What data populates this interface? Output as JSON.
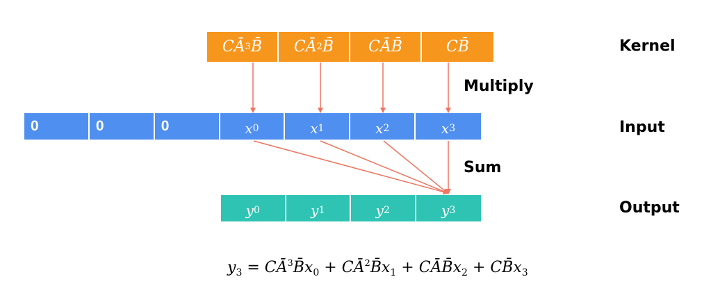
{
  "labels": {
    "kernel": "Kernel",
    "multiply": "Multiply",
    "input": "Input",
    "sum": "Sum",
    "output": "Output"
  },
  "kernel": [
    {
      "base": "CĀ",
      "power": "3",
      "tail": "B̄"
    },
    {
      "base": "CĀ",
      "power": "2",
      "tail": "B̄"
    },
    {
      "base": "CĀB̄",
      "power": "",
      "tail": ""
    },
    {
      "base": "CB̄",
      "power": "",
      "tail": ""
    }
  ],
  "input": {
    "padding": [
      "0",
      "0",
      "0"
    ],
    "values": [
      {
        "var": "x",
        "sub": "0"
      },
      {
        "var": "x",
        "sub": "1"
      },
      {
        "var": "x",
        "sub": "2"
      },
      {
        "var": "x",
        "sub": "3"
      }
    ]
  },
  "output": [
    {
      "var": "y",
      "sub": "0"
    },
    {
      "var": "y",
      "sub": "1"
    },
    {
      "var": "y",
      "sub": "2"
    },
    {
      "var": "y",
      "sub": "3"
    }
  ],
  "formula": {
    "lhs_var": "y",
    "lhs_sub": "3",
    "eq": " = ",
    "terms": [
      {
        "coef": "CĀ",
        "power": "3",
        "tail": "B̄",
        "var": "x",
        "sub": "0"
      },
      {
        "coef": "CĀ",
        "power": "2",
        "tail": "B̄",
        "var": "x",
        "sub": "1"
      },
      {
        "coef": "CĀB̄",
        "power": "",
        "tail": "",
        "var": "x",
        "sub": "2"
      },
      {
        "coef": "CB̄",
        "power": "",
        "tail": "",
        "var": "x",
        "sub": "3"
      }
    ],
    "plus": " + "
  },
  "colors": {
    "kernel": "#f7961c",
    "input": "#4f8fef",
    "output": "#2fc3b4",
    "arrow": "#ee7560"
  }
}
